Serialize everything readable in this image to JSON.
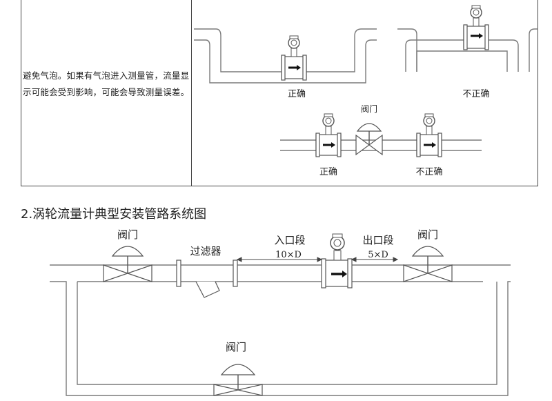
{
  "table": {
    "paragraph": "避免气泡。如果有气泡进入测量管，流量显示可能会受到影响，可能会导致测量误差。",
    "diagram_labels": {
      "u_correct": "正确",
      "hump_incorrect": "不正确",
      "valve": "阀门",
      "straight_correct": "正确",
      "straight_incorrect": "不正确"
    }
  },
  "section": {
    "heading": "2.涡轮流量计典型安装管路系统图"
  },
  "system_diagram": {
    "valve_left": "阀门",
    "filter": "过滤器",
    "inlet": "入口段",
    "inlet_len": "10×D",
    "outlet": "出口段",
    "outlet_len": "5×D",
    "valve_right": "阀门",
    "valve_bypass": "阀门"
  },
  "colors": {
    "line": "#7a7a7a",
    "text": "#222222",
    "border": "#444444"
  }
}
